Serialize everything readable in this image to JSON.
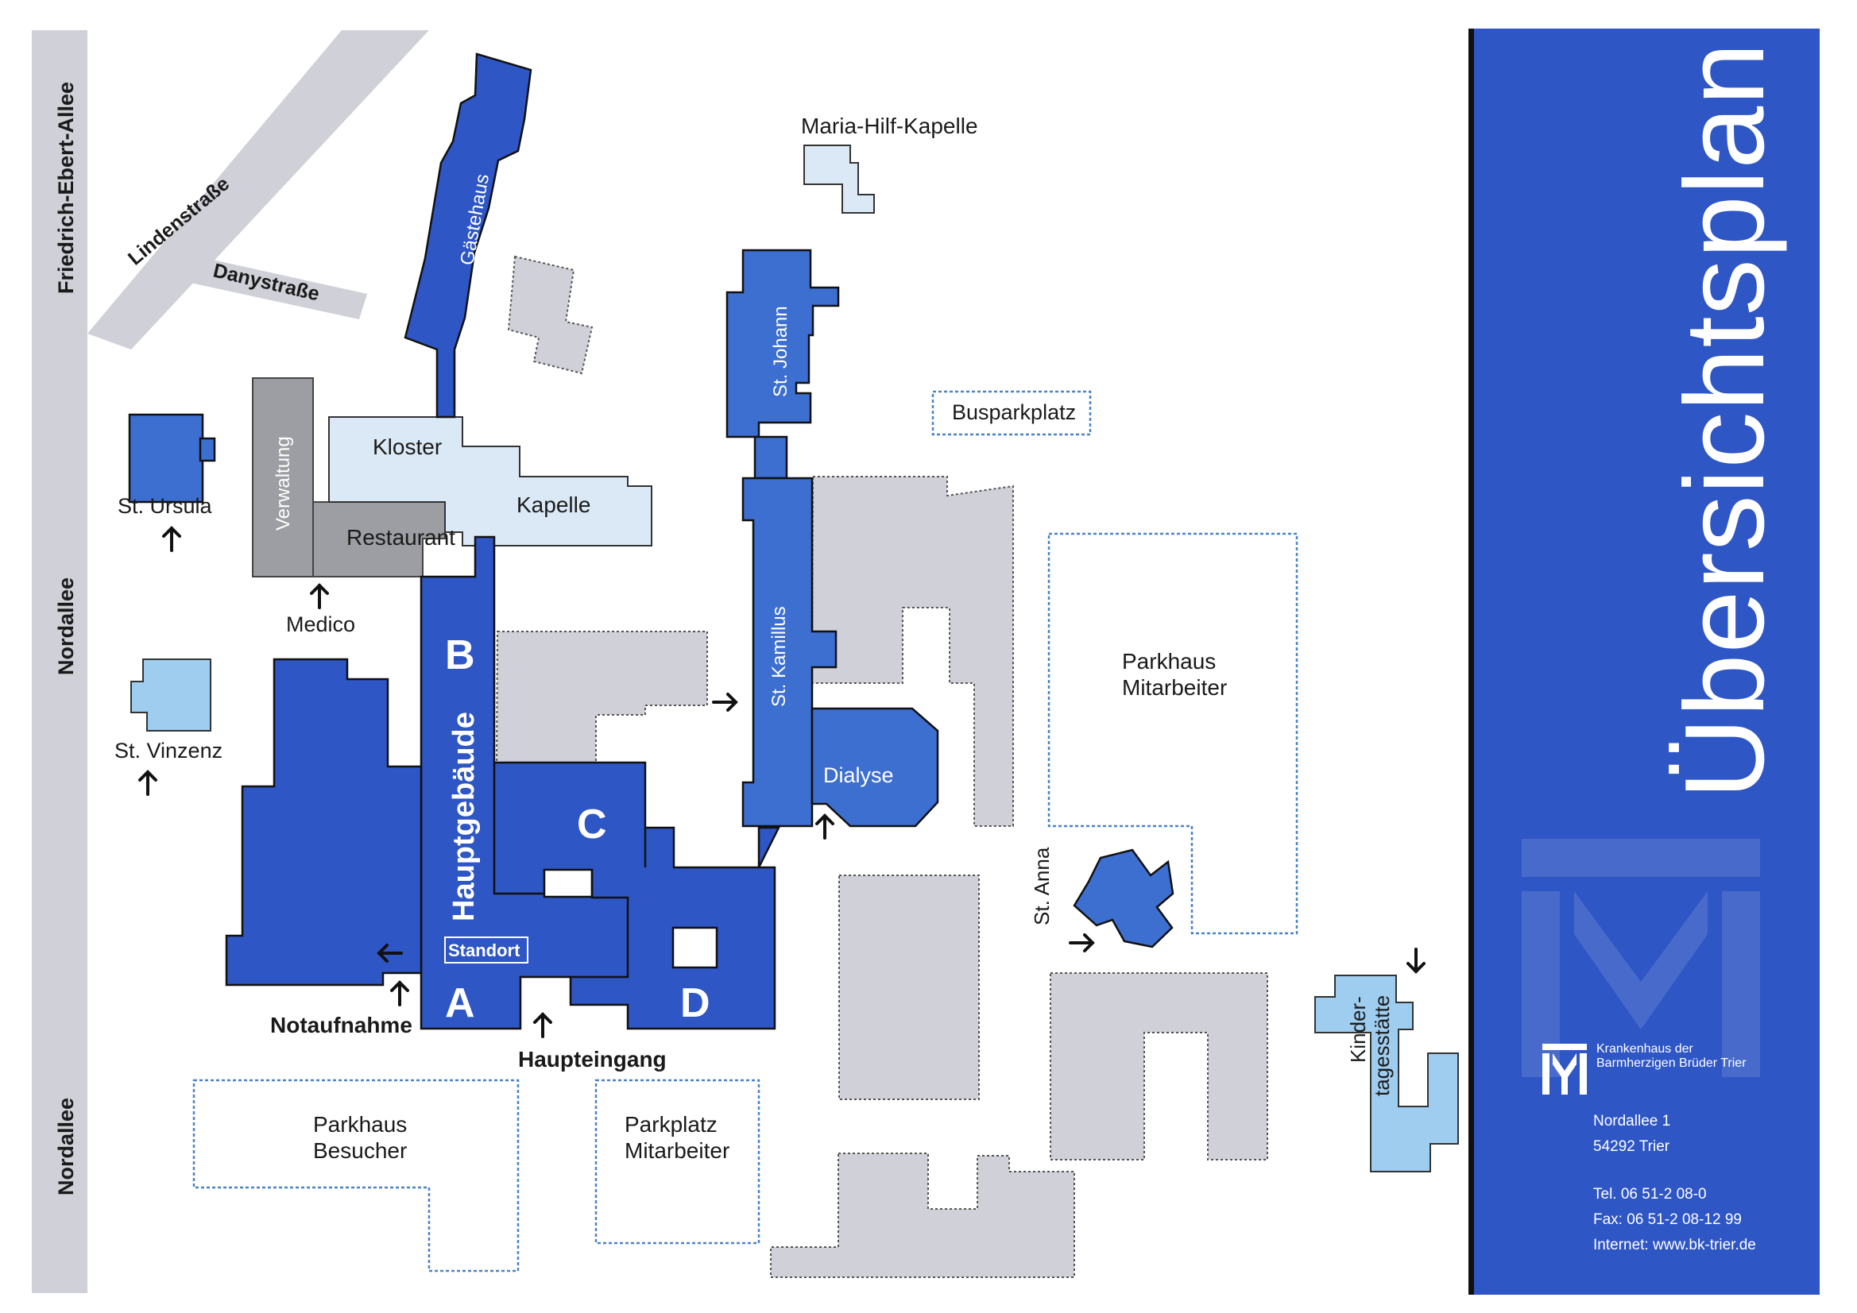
{
  "streets": {
    "friedrich_ebert_allee": "Friedrich-Ebert-Allee",
    "lindenstrasse": "Lindenstraße",
    "danystrasse": "Danystraße",
    "nordallee_upper": "Nordallee",
    "nordallee_lower": "Nordallee"
  },
  "buildings": {
    "gaestehaus": "Gästehaus",
    "maria_hilf_kapelle": "Maria-Hilf-Kapelle",
    "st_johann": "St. Johann",
    "busparkplatz": "Busparkplatz",
    "st_ursula": "St. Ursula",
    "verwaltung": "Verwaltung",
    "kloster": "Kloster",
    "kapelle": "Kapelle",
    "restaurant": "Restaurant",
    "medico": "Medico",
    "st_kamillus": "St. Kamillus",
    "parkhaus_mitarbeiter": [
      "Parkhaus",
      "Mitarbeiter"
    ],
    "st_vinzenz": "St. Vinzenz",
    "hauptgebaeude": "Hauptgebäude",
    "wing_b": "B",
    "wing_c": "C",
    "wing_a": "A",
    "wing_d": "D",
    "standort": "Standort",
    "dialyse": "Dialyse",
    "st_anna": "St. Anna",
    "notaufnahme": "Notaufnahme",
    "haupteingang": "Haupteingang",
    "parkhaus_besucher": [
      "Parkhaus",
      "Besucher"
    ],
    "parkplatz_mitarbeiter": [
      "Parkplatz",
      "Mitarbeiter"
    ],
    "kindertagesstaette": [
      "Kinder-",
      "tagesstätte"
    ]
  },
  "panel": {
    "title": "Übersichtsplan",
    "org_line1": "Krankenhaus der",
    "org_line2": "Barmherzigen Brüder Trier",
    "address_line1": "Nordallee 1",
    "address_line2": "54292 Trier",
    "tel": "Tel. 06 51-2 08-0",
    "fax": "Fax: 06 51-2 08-12 99",
    "internet": "Internet: www.bk-trier.de"
  },
  "colors": {
    "dark_blue": "#2e56c4",
    "mid_blue": "#3d6fd0",
    "light_blue": "#9fcdef",
    "pale_blue": "#dbe9f6",
    "gray": "#cfd0d8",
    "dark_gray": "#9c9ea3",
    "street": "#cfd0d8",
    "panel": "#2e56c4",
    "parking_outline": "#4a82c6"
  }
}
